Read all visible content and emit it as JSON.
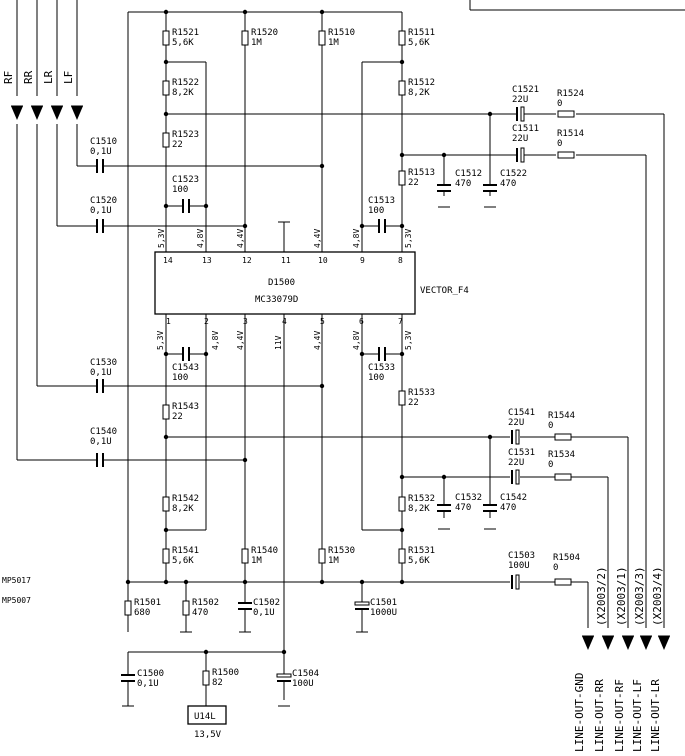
{
  "chip": {
    "ref": "D1500",
    "part": "MC33079D",
    "label": "VECTOR_F4"
  },
  "pins_top": [
    {
      "num": "14",
      "volt": "5,3V"
    },
    {
      "num": "13",
      "volt": "4,8V"
    },
    {
      "num": "12",
      "volt": "4,4V"
    },
    {
      "num": "11",
      "volt": ""
    },
    {
      "num": "10",
      "volt": "4,4V"
    },
    {
      "num": "9",
      "volt": "4,8V"
    },
    {
      "num": "8",
      "volt": "5,3V"
    }
  ],
  "pins_bottom": [
    {
      "num": "1",
      "volt": "5,3V"
    },
    {
      "num": "2",
      "volt": "4,8V"
    },
    {
      "num": "3",
      "volt": "4,4V"
    },
    {
      "num": "4",
      "volt": "11V"
    },
    {
      "num": "5",
      "volt": "4,4V"
    },
    {
      "num": "6",
      "volt": "4,8V"
    },
    {
      "num": "7",
      "volt": "5,3V"
    }
  ],
  "inputs": [
    "RF",
    "RR",
    "LR",
    "LF"
  ],
  "outputs": [
    {
      "ref": "(X2003/2)",
      "name": "LINE-OUT-RR"
    },
    {
      "ref": "(X2003/1)",
      "name": "LINE-OUT-RF"
    },
    {
      "ref": "(X2003/3)",
      "name": "LINE-OUT-LF"
    },
    {
      "ref": "(X2003/4)",
      "name": "LINE-OUT-LR"
    }
  ],
  "gnd_output": "LINE-OUT-GND",
  "mp_labels": [
    "MP5017",
    "MP5007"
  ],
  "regulator": {
    "name": "U14L",
    "volt": "13,5V"
  },
  "components": [
    {
      "ref": "R1521",
      "val": "5,6K"
    },
    {
      "ref": "R1520",
      "val": "1M"
    },
    {
      "ref": "R1510",
      "val": "1M"
    },
    {
      "ref": "R1511",
      "val": "5,6K"
    },
    {
      "ref": "R1522",
      "val": "8,2K"
    },
    {
      "ref": "R1512",
      "val": "8,2K"
    },
    {
      "ref": "C1521",
      "val": "22U"
    },
    {
      "ref": "R1524",
      "val": "0"
    },
    {
      "ref": "R1523",
      "val": "22"
    },
    {
      "ref": "C1511",
      "val": "22U"
    },
    {
      "ref": "R1514",
      "val": "0"
    },
    {
      "ref": "C1510",
      "val": "0,1U"
    },
    {
      "ref": "R1513",
      "val": "22"
    },
    {
      "ref": "C1512",
      "val": "470"
    },
    {
      "ref": "C1522",
      "val": "470"
    },
    {
      "ref": "C1523",
      "val": "100"
    },
    {
      "ref": "C1513",
      "val": "100"
    },
    {
      "ref": "C1520",
      "val": "0,1U"
    },
    {
      "ref": "C1543",
      "val": "100"
    },
    {
      "ref": "C1533",
      "val": "100"
    },
    {
      "ref": "C1530",
      "val": "0,1U"
    },
    {
      "ref": "R1533",
      "val": "22"
    },
    {
      "ref": "R1543",
      "val": "22"
    },
    {
      "ref": "C1541",
      "val": "22U"
    },
    {
      "ref": "R1544",
      "val": "0"
    },
    {
      "ref": "C1540",
      "val": "0,1U"
    },
    {
      "ref": "C1531",
      "val": "22U"
    },
    {
      "ref": "R1534",
      "val": "0"
    },
    {
      "ref": "R1542",
      "val": "8,2K"
    },
    {
      "ref": "R1532",
      "val": "8,2K"
    },
    {
      "ref": "C1532",
      "val": "470"
    },
    {
      "ref": "C1542",
      "val": "470"
    },
    {
      "ref": "R1541",
      "val": "5,6K"
    },
    {
      "ref": "R1540",
      "val": "1M"
    },
    {
      "ref": "R1530",
      "val": "1M"
    },
    {
      "ref": "R1531",
      "val": "5,6K"
    },
    {
      "ref": "C1503",
      "val": "100U"
    },
    {
      "ref": "R1504",
      "val": "0"
    },
    {
      "ref": "R1501",
      "val": "680"
    },
    {
      "ref": "R1502",
      "val": "470"
    },
    {
      "ref": "C1502",
      "val": "0,1U"
    },
    {
      "ref": "C1501",
      "val": "1000U"
    },
    {
      "ref": "C1500",
      "val": "0,1U"
    },
    {
      "ref": "R1500",
      "val": "82"
    },
    {
      "ref": "C1504",
      "val": "100U"
    }
  ]
}
